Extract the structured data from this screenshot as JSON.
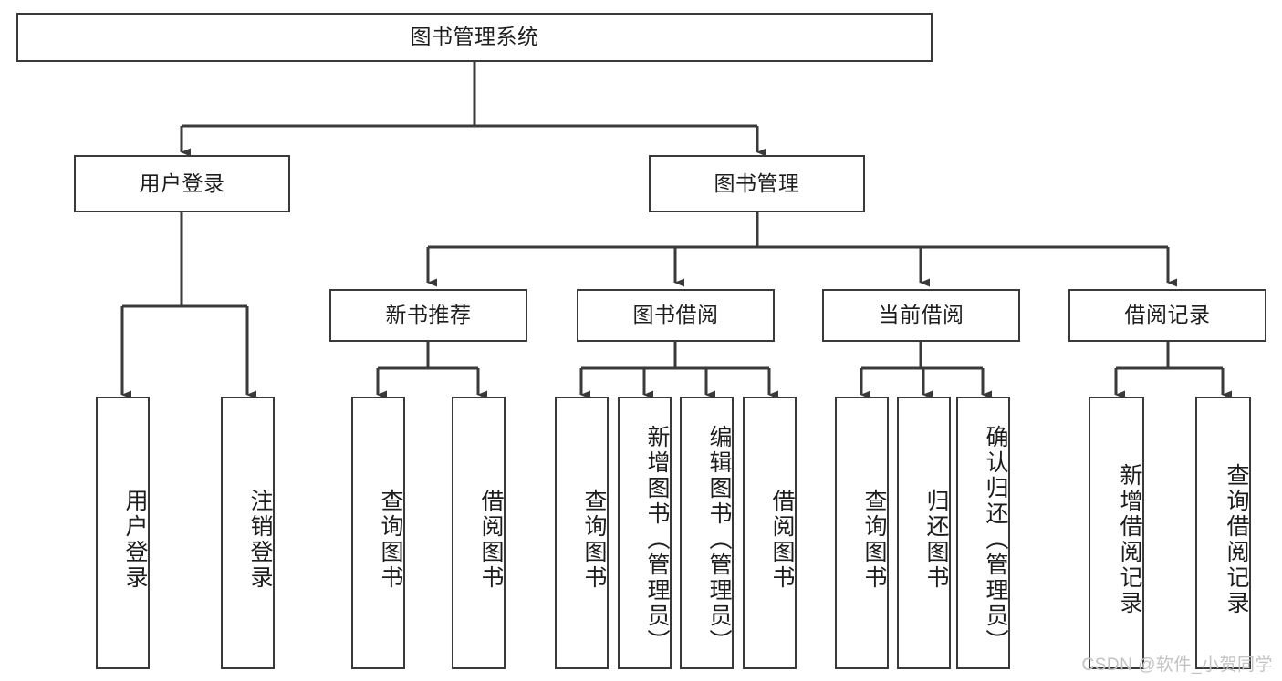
{
  "diagram": {
    "title": "图书管理系统",
    "watermark": "CSDN @软件_小贺同学",
    "line_color": "#3a3a3a",
    "box_fill": "#ffffff",
    "text_color": "#1d1d1d",
    "watermark_color": "#c3c3c3",
    "nodes": {
      "root": "图书管理系统",
      "level2": {
        "user_login": "用户登录",
        "book_manage": "图书管理"
      },
      "level3": {
        "new_book_recommend": "新书推荐",
        "book_borrow": "图书借阅",
        "current_borrow": "当前借阅",
        "borrow_record": "借阅记录"
      },
      "leaves": {
        "user_login_1": "用户登录",
        "user_login_2": "注销登录",
        "new_book_1": "查询图书",
        "new_book_2": "借阅图书",
        "book_borrow_1": "查询图书",
        "book_borrow_2": "新增图书（管理员）",
        "book_borrow_3": "编辑图书（管理员）",
        "book_borrow_4": "借阅图书",
        "current_borrow_1": "查询图书",
        "current_borrow_2": "归还图书",
        "current_borrow_3": "确认归还（管理员）",
        "borrow_record_1": "新增借阅记录",
        "borrow_record_2": "查询借阅记录"
      }
    }
  }
}
